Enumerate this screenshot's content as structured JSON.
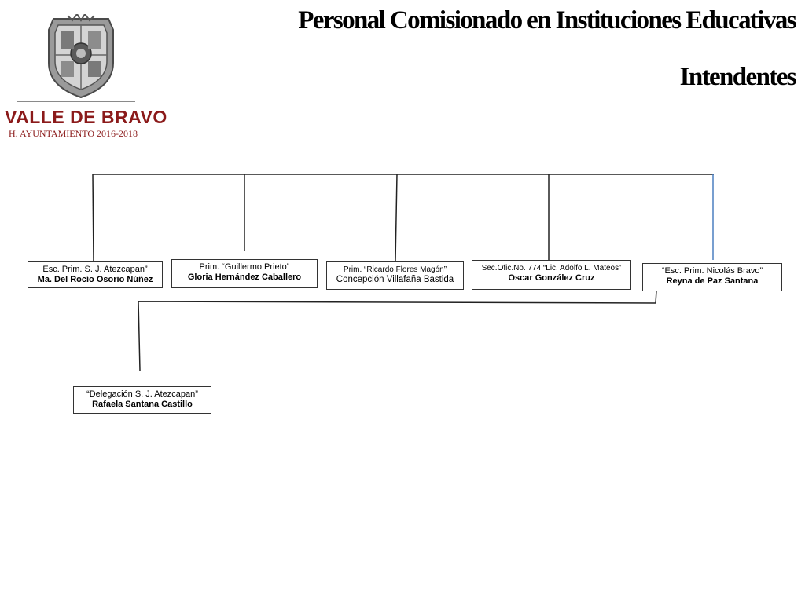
{
  "header": {
    "title": "Personal Comisionado en Instituciones Educativas",
    "subtitle": "Intendentes"
  },
  "logo": {
    "brand_name": "VALLE DE BRAVO",
    "brand_sub": "H. AYUNTAMIENTO 2016-2018"
  },
  "nodes": [
    {
      "school": "Esc. Prim. S. J. Atezcapan”",
      "person": "Ma. Del Rocío Osorio Núñez"
    },
    {
      "school": "Prim. “Guillermo Prieto”",
      "person": "Gloria Hernández Caballero"
    },
    {
      "school": "Prim. “Ricardo Flores Magón”",
      "person": "Concepción Villafaña Bastida"
    },
    {
      "school": "Sec.Ofic.No. 774 “Lic. Adolfo L. Mateos”",
      "person": "Oscar González Cruz"
    },
    {
      "school": "“Esc. Prim. Nicolás Bravo”",
      "person": "Reyna de Paz Santana"
    },
    {
      "school": "“Delegación S. J. Atezcapan”",
      "person": "Rafaela Santana Castillo"
    }
  ],
  "colors": {
    "brand": "#8b1a1a",
    "connector": "#222222",
    "connector_accent": "#4a7fc1"
  }
}
